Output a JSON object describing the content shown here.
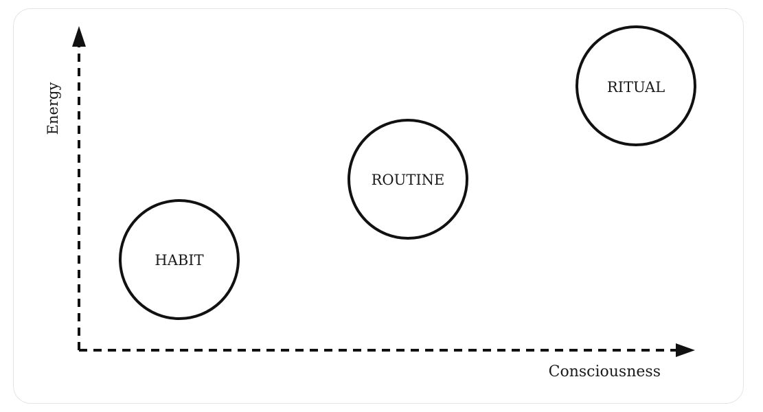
{
  "axes": {
    "x_label": "Consciousness",
    "y_label": "Energy"
  },
  "stages": [
    {
      "key": "habit",
      "label": "HABIT"
    },
    {
      "key": "routine",
      "label": "ROUTINE"
    },
    {
      "key": "ritual",
      "label": "RITUAL"
    }
  ],
  "colors": {
    "ink": "#111111",
    "card_border": "#e4e4e4",
    "background": "#ffffff"
  }
}
